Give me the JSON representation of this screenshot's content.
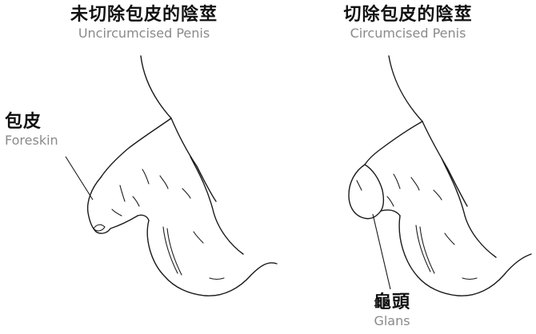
{
  "diagram": {
    "left_panel": {
      "title_zh": "未切除包皮的陰莖",
      "title_en": "Uncircumcised Penis",
      "callout": {
        "zh": "包皮",
        "en": "Foreskin"
      }
    },
    "right_panel": {
      "title_zh": "切除包皮的陰莖",
      "title_en": "Circumcised Penis",
      "callout": {
        "zh": "龜頭",
        "en": "Glans"
      }
    },
    "colors": {
      "line": "#1a1a1a",
      "title": "#111111",
      "subtitle": "#8a8a8a",
      "background": "#ffffff"
    }
  }
}
